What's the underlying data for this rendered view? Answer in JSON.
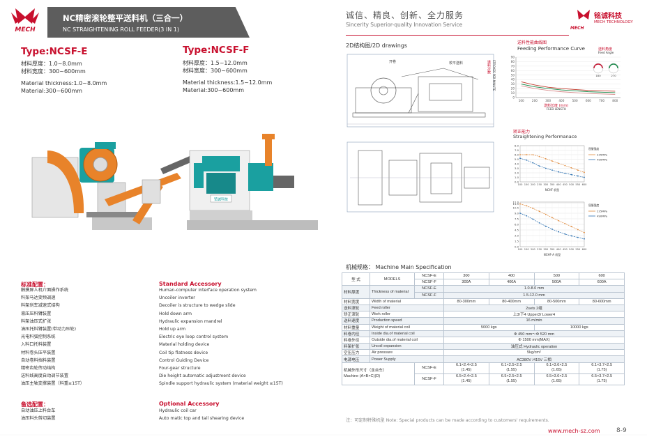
{
  "header": {
    "title_cn": "NC精密滚轮整平送料机（三合一）",
    "title_en": "NC STRAIGHTENING ROLL FEEDER(3 IN 1)",
    "logo_text": "MECH"
  },
  "right_header": {
    "slogan_cn": "诚信、精良、创新、全力服务",
    "slogan_en": "Sincerity Superior-quality Innovation Service",
    "company_cn": "铭诚科技",
    "company_en": "MECH TECHNOLOGY",
    "logo_text": "MECH"
  },
  "types": [
    {
      "name": "Type:NCSF-E",
      "lines": [
        "材料厚度：1.0~8.0mm",
        "材料宽度：300~600mm",
        "",
        "Material thickness:1.0~8.0mm",
        "Material:300~600mm"
      ]
    },
    {
      "name": "Type:NCSF-F",
      "lines": [
        "材料厚度：1.5~12.0mm",
        "材料宽度：300~600mm",
        "",
        "Material thickness:1.5~12.0mm",
        "Material:300~600mm"
      ]
    }
  ],
  "machine_label": "铭诚科技",
  "standard_cn_title": "标准配置：",
  "standard_cn": [
    "触摸屏人机介面操作系统",
    "料架马达变频调速",
    "料架刹车减速式结构",
    "液压压料臂装置",
    "料架油压式扩张",
    "油压托料臂装置(带动力压轮)",
    "光电料弧控制系统",
    "入料口托料装置",
    "材料卷头压平装置",
    "自动卷料挡料装置",
    "精密齿轮传动结构",
    "送料线高度自动调节装置",
    "油压主轴支撑装置（料重≥15T）"
  ],
  "standard_en_title": "Standard Accessory",
  "standard_en": [
    "Human-computer interface operation system",
    "Uncoiler inverter",
    "Decoiler is structure to wedge slide",
    "Hold down arm",
    "Hydraulic expansion mandrel",
    "Hold up arm",
    "Electric eye loop control system",
    "Material holding device",
    "Coil tip flatness device",
    "Control Guiding Device",
    "Four-gear structure",
    "Die height automatic adjustment device",
    "Spindle support hydraulic system (material weight ≥15T)"
  ],
  "optional_cn_title": "备选配置：",
  "optional_cn": [
    "自动油压上料台车",
    "油压料头剪切装置"
  ],
  "optional_en_title": "Optional Accessory",
  "optional_en": [
    "Hydraulic coil car",
    "Auto matic top and tail shearing device"
  ],
  "drawings_label": "2D结构图/2D drawings",
  "drawing_notes": {
    "top_a": "开卷",
    "top_b": "校平送料"
  },
  "feed_chart": {
    "title_cn": "送料性能曲线图",
    "title_en": "Feeding Performance Curve",
    "gauge_cn": "送料角度",
    "gauge_en": "Feed Angle",
    "ylabel_cn": "送料次数",
    "ylabel_en": "STROKES PER MINUTE",
    "xlabel_cn": "送料长度 (mm)",
    "xlabel_en": "FEED LENGTH"
  },
  "straight_title_cn": "矫正能力",
  "straight_title_en": "Straightening Performanace",
  "chart_data": [
    {
      "type": "line",
      "title": "Feeding Performance Curve",
      "xlabel": "送料长度 (mm)",
      "ylabel": "送料次数",
      "x": [
        100,
        200,
        300,
        400,
        500,
        600,
        700,
        800
      ],
      "xlim": [
        60,
        840
      ],
      "ylim": [
        0,
        90
      ],
      "yticks": [
        0,
        10,
        20,
        30,
        40,
        50,
        60,
        70,
        80,
        90
      ],
      "series": [
        {
          "color": "#c0392b",
          "values": [
            35,
            28,
            23,
            20,
            18,
            16,
            15,
            14
          ]
        },
        {
          "color": "#1a8a4a",
          "values": [
            30,
            24,
            20,
            17,
            15,
            13,
            12,
            11
          ]
        },
        {
          "color": "#d88c8c",
          "values": [
            26,
            20,
            16,
            13,
            11,
            9,
            8,
            7
          ]
        }
      ],
      "gauge_values": [
        "180",
        "270"
      ]
    },
    {
      "type": "line",
      "title": "",
      "xlabel": "NCHF 机型",
      "x": [
        100,
        150,
        200,
        250,
        300,
        350,
        400,
        450,
        500,
        550,
        600
      ],
      "ylim": [
        0,
        8
      ],
      "yticks": [
        "0.0",
        "1.0",
        "2.0",
        "3.0",
        "4.0",
        "5.0",
        "6.0",
        "7.0",
        "8.0"
      ],
      "legend_title": "屈服强度",
      "series": [
        {
          "name": "235MPa",
          "color": "#e08a3c",
          "values": [
            6.0,
            6.0,
            6.0,
            5.6,
            5.1,
            4.6,
            4.1,
            3.6,
            3.1,
            2.6,
            2.1
          ]
        },
        {
          "name": "490MPa",
          "color": "#2a6fb0",
          "values": [
            5.2,
            4.8,
            4.2,
            3.5,
            3.0,
            2.6,
            2.2,
            1.9,
            1.6,
            1.3,
            1.0
          ]
        }
      ]
    },
    {
      "type": "line",
      "title": "",
      "xlabel": "NCHF-A 机型",
      "x": [
        100,
        150,
        200,
        250,
        300,
        350,
        400,
        450,
        500,
        550,
        600
      ],
      "ylim": [
        0,
        12
      ],
      "yticks": [
        "0.0",
        "1.5",
        "3.0",
        "4.5",
        "6.0",
        "7.5",
        "9.0",
        "10.5",
        "11.5",
        "12.0"
      ],
      "legend_title": "屈服强度",
      "series": [
        {
          "name": "235MPa",
          "color": "#e08a3c",
          "values": [
            11.5,
            11.0,
            10.3,
            9.5,
            8.7,
            7.8,
            7.0,
            6.2,
            5.4,
            4.6,
            3.8
          ]
        },
        {
          "name": "490MPa",
          "color": "#2a6fb0",
          "values": [
            9.0,
            8.3,
            7.4,
            6.4,
            5.5,
            4.7,
            4.0,
            3.4,
            2.9,
            2.5,
            2.1
          ]
        }
      ]
    }
  ],
  "spec_title": "机械规格：  Machine Main Specification",
  "spec": {
    "model_cn": "型  式",
    "model_en": "MODELS",
    "models_e": "NCSF-E",
    "models_f": "NCSF-F",
    "e_vals": [
      "300",
      "400",
      "500",
      "600"
    ],
    "f_vals": [
      "300A",
      "400A",
      "500A",
      "600A"
    ],
    "thick_cn": "材料厚度",
    "thick_en": "Thickness of material",
    "thick_e": "1.0-8.0  mm",
    "thick_f": "1.5-12.0  mm",
    "width_cn": "材料宽度",
    "width_en": "Width of material",
    "width_vals": [
      "80-300mm",
      "80-400mm",
      "80-500mm",
      "80-600mm"
    ],
    "rows": [
      {
        "cn": "送料滚轮",
        "en": "Feed roller",
        "val": "2sets  2组"
      },
      {
        "cn": "矫正滚轮",
        "en": "Work roller",
        "val": "上3/下4    Upper3/ Lower4"
      },
      {
        "cn": "送料速度",
        "en": "Production speed",
        "val": "16 m/min"
      }
    ],
    "weight_cn": "材料重量",
    "weight_en": "Weight of material coil",
    "weight_a": "5000  kgs",
    "weight_b": "10000 kgs",
    "rows2": [
      {
        "cn": "料卷内径",
        "en": "Inside dia.of material coil",
        "val": "Φ 450 mm～Φ 520 mm"
      },
      {
        "cn": "料卷外径",
        "en": "Outside dia.of material coil",
        "val": "Φ 1500 mm(MAX)"
      },
      {
        "cn": "料架扩张",
        "en": "Uncoil expansion",
        "val": "油压式   Hydraulic operation"
      },
      {
        "cn": "空压压力",
        "en": "Air pressure",
        "val": "5kg/cm²"
      },
      {
        "cn": "电源电压",
        "en": "Power Supply",
        "val": "AC380V /415V  三相"
      }
    ],
    "dim_cn": "机械外形尺寸（含台车）",
    "dim_en": "Machine  (A×B×C)(D)",
    "dim_e": [
      "6.1×2.4×2.5\n(1.45)",
      "6.1×2.5×2.5\n(1.55)",
      "6.1×3.6×2.5\n(1.65)",
      "6.1×3.7×2.5\n(1.75)"
    ],
    "dim_f": [
      "6.5×2.4×2.5\n(1.45)",
      "6.5×2.5×2.5\n(1.55)",
      "6.5×3.6×2.5\n(1.65)",
      "6.5×3.7×2.5\n(1.75)"
    ]
  },
  "footnote": "注：可定制特殊机型  Note: Special products can be made according to customers' requirements.",
  "website": "www.mech-sz.com",
  "page_number": "8-9",
  "colors": {
    "brand_red": "#c8102e",
    "machine_teal": "#1aa0a0",
    "machine_orange": "#e8832a"
  }
}
